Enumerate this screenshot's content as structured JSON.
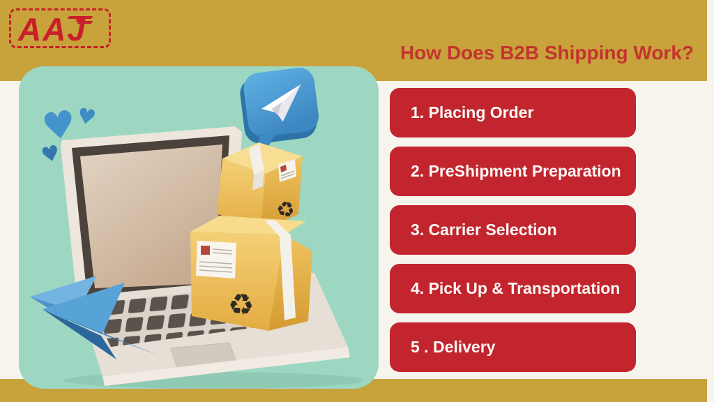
{
  "brand": {
    "logo_text": "AAJ"
  },
  "header": {
    "title": "How Does B2B Shipping Work?"
  },
  "steps": [
    {
      "label": "1. Placing Order"
    },
    {
      "label": "2. PreShipment Preparation"
    },
    {
      "label": "3. Carrier Selection"
    },
    {
      "label": "4. Pick Up & Transportation"
    },
    {
      "label": "5 . Delivery"
    }
  ],
  "illustration": {
    "icons": [
      "hearts-icon",
      "telegram-plane-icon",
      "laptop-illustration",
      "shipping-boxes",
      "paper-plane-icon"
    ]
  },
  "colors": {
    "gold_band": "#C8A23B",
    "off_white": "#F7F4EE",
    "teal_panel": "#9DD7C2",
    "step_red": "#C2252E",
    "title_red": "#C43330",
    "logo_red": "#C8202B",
    "step_text": "#FBF8F5",
    "box_amber": "#E9B952",
    "plane_blue": "#4593CB"
  }
}
